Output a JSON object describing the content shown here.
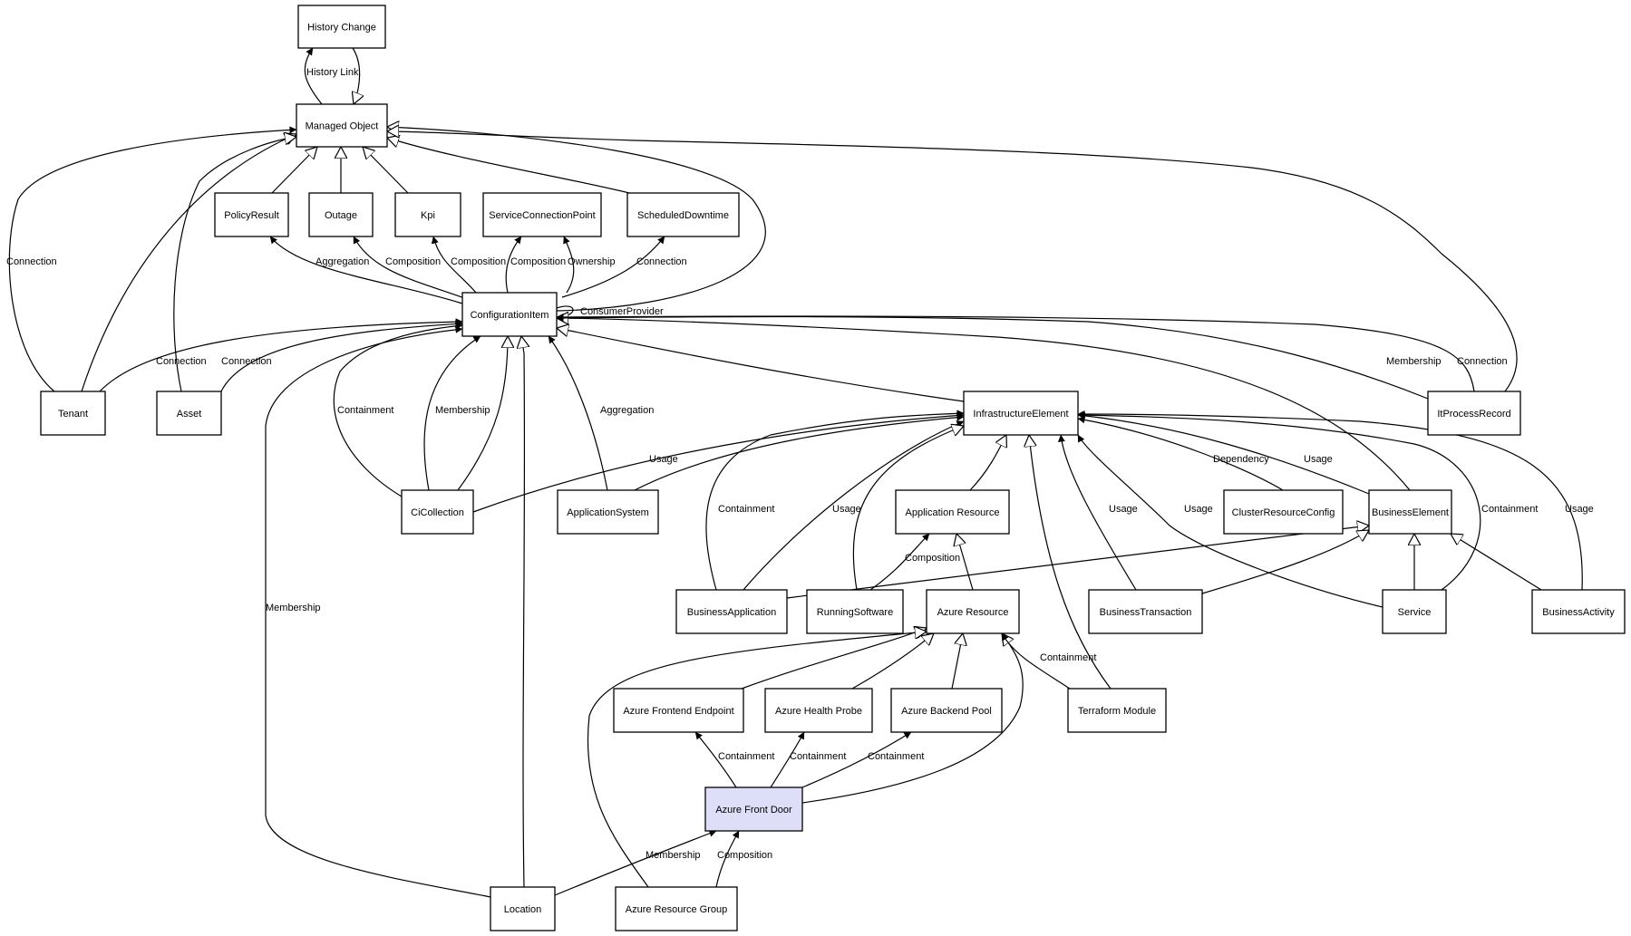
{
  "diagram": {
    "type": "uml-class-diagram",
    "highlight_color": "#dedef9",
    "nodes": [
      {
        "id": "history_change",
        "label": "History Change"
      },
      {
        "id": "managed_object",
        "label": "Managed Object"
      },
      {
        "id": "policy_result",
        "label": "PolicyResult"
      },
      {
        "id": "outage",
        "label": "Outage"
      },
      {
        "id": "kpi",
        "label": "Kpi"
      },
      {
        "id": "service_connection_point",
        "label": "ServiceConnectionPoint"
      },
      {
        "id": "scheduled_downtime",
        "label": "ScheduledDowntime"
      },
      {
        "id": "configuration_item",
        "label": "ConfigurationItem"
      },
      {
        "id": "tenant",
        "label": "Tenant"
      },
      {
        "id": "asset",
        "label": "Asset"
      },
      {
        "id": "infrastructure_element",
        "label": "InfrastructureElement"
      },
      {
        "id": "it_process_record",
        "label": "ItProcessRecord"
      },
      {
        "id": "ci_collection",
        "label": "CiCollection"
      },
      {
        "id": "application_system",
        "label": "ApplicationSystem"
      },
      {
        "id": "application_resource",
        "label": "Application Resource"
      },
      {
        "id": "cluster_resource_config",
        "label": "ClusterResourceConfig"
      },
      {
        "id": "business_element",
        "label": "BusinessElement"
      },
      {
        "id": "business_application",
        "label": "BusinessApplication"
      },
      {
        "id": "running_software",
        "label": "RunningSoftware"
      },
      {
        "id": "azure_resource",
        "label": "Azure Resource"
      },
      {
        "id": "business_transaction",
        "label": "BusinessTransaction"
      },
      {
        "id": "service",
        "label": "Service"
      },
      {
        "id": "business_activity",
        "label": "BusinessActivity"
      },
      {
        "id": "azure_frontend_endpoint",
        "label": "Azure Frontend Endpoint"
      },
      {
        "id": "azure_health_probe",
        "label": "Azure Health Probe"
      },
      {
        "id": "azure_backend_pool",
        "label": "Azure Backend Pool"
      },
      {
        "id": "terraform_module",
        "label": "Terraform Module"
      },
      {
        "id": "azure_front_door",
        "label": "Azure Front Door",
        "highlighted": true
      },
      {
        "id": "location",
        "label": "Location"
      },
      {
        "id": "azure_resource_group",
        "label": "Azure Resource Group"
      }
    ],
    "edges": [
      {
        "id": "e_history_link",
        "from": "managed_object",
        "to": "history_change",
        "kind": "association",
        "label": "History Link"
      },
      {
        "id": "e_hc_gen",
        "from": "history_change",
        "to": "managed_object",
        "kind": "generalization",
        "label": ""
      },
      {
        "id": "e_tenant_conn_mo",
        "from": "tenant",
        "to": "managed_object",
        "kind": "association",
        "label": "Connection"
      },
      {
        "id": "e_tenant_gen",
        "from": "tenant",
        "to": "managed_object",
        "kind": "generalization",
        "label": ""
      },
      {
        "id": "e_asset_gen",
        "from": "asset",
        "to": "managed_object",
        "kind": "generalization",
        "label": ""
      },
      {
        "id": "e_policy_gen",
        "from": "policy_result",
        "to": "managed_object",
        "kind": "generalization",
        "label": ""
      },
      {
        "id": "e_outage_gen",
        "from": "outage",
        "to": "managed_object",
        "kind": "generalization",
        "label": ""
      },
      {
        "id": "e_kpi_gen",
        "from": "kpi",
        "to": "managed_object",
        "kind": "generalization",
        "label": ""
      },
      {
        "id": "e_sched_gen",
        "from": "scheduled_downtime",
        "to": "managed_object",
        "kind": "generalization",
        "label": ""
      },
      {
        "id": "e_ci_gen_mo",
        "from": "configuration_item",
        "to": "managed_object",
        "kind": "generalization",
        "label": ""
      },
      {
        "id": "e_itpr_gen_mo",
        "from": "it_process_record",
        "to": "managed_object",
        "kind": "generalization",
        "label": ""
      },
      {
        "id": "e_ci_aggr_policy",
        "from": "configuration_item",
        "to": "policy_result",
        "kind": "association",
        "label": "Aggregation"
      },
      {
        "id": "e_ci_comp_outage",
        "from": "configuration_item",
        "to": "outage",
        "kind": "association",
        "label": "Composition"
      },
      {
        "id": "e_ci_comp_kpi",
        "from": "configuration_item",
        "to": "kpi",
        "kind": "association",
        "label": "Composition"
      },
      {
        "id": "e_ci_comp_scp",
        "from": "configuration_item",
        "to": "service_connection_point",
        "kind": "association",
        "label": "Composition"
      },
      {
        "id": "e_ci_own_scp",
        "from": "configuration_item",
        "to": "service_connection_point",
        "kind": "association",
        "label": "Ownership"
      },
      {
        "id": "e_ci_conn_sched",
        "from": "configuration_item",
        "to": "scheduled_downtime",
        "kind": "association",
        "label": "Connection"
      },
      {
        "id": "e_ci_consumer",
        "from": "configuration_item",
        "to": "configuration_item",
        "kind": "association",
        "label": "ConsumerProvider"
      },
      {
        "id": "e_tenant_conn_ci",
        "from": "tenant",
        "to": "configuration_item",
        "kind": "association",
        "label": "Connection"
      },
      {
        "id": "e_asset_conn_ci",
        "from": "asset",
        "to": "configuration_item",
        "kind": "association",
        "label": "Connection"
      },
      {
        "id": "e_cic_contain_ci",
        "from": "ci_collection",
        "to": "configuration_item",
        "kind": "association",
        "label": "Containment"
      },
      {
        "id": "e_cic_member_ci",
        "from": "ci_collection",
        "to": "configuration_item",
        "kind": "association",
        "label": "Membership"
      },
      {
        "id": "e_cic_gen_ci",
        "from": "ci_collection",
        "to": "configuration_item",
        "kind": "generalization",
        "label": ""
      },
      {
        "id": "e_location_gen_ci",
        "from": "location",
        "to": "configuration_item",
        "kind": "generalization",
        "label": ""
      },
      {
        "id": "e_location_member_ci",
        "from": "location",
        "to": "configuration_item",
        "kind": "association",
        "label": "Membership"
      },
      {
        "id": "e_appsys_aggr_ci",
        "from": "application_system",
        "to": "configuration_item",
        "kind": "association",
        "label": "Aggregation"
      },
      {
        "id": "e_ie_gen_ci",
        "from": "infrastructure_element",
        "to": "configuration_item",
        "kind": "generalization",
        "label": ""
      },
      {
        "id": "e_be_gen_ci",
        "from": "business_element",
        "to": "configuration_item",
        "kind": "generalization",
        "label": ""
      },
      {
        "id": "e_itpr_member_ci",
        "from": "it_process_record",
        "to": "configuration_item",
        "kind": "association",
        "label": "Membership"
      },
      {
        "id": "e_itpr_conn_ci",
        "from": "it_process_record",
        "to": "configuration_item",
        "kind": "association",
        "label": "Connection"
      },
      {
        "id": "e_cic_usage_ie",
        "from": "ci_collection",
        "to": "infrastructure_element",
        "kind": "association",
        "label": "Usage"
      },
      {
        "id": "e_appsys_usage_ie",
        "from": "application_system",
        "to": "infrastructure_element",
        "kind": "association",
        "label": ""
      },
      {
        "id": "e_ba_contain_ie",
        "from": "business_application",
        "to": "infrastructure_element",
        "kind": "association",
        "label": "Containment"
      },
      {
        "id": "e_ba_usage_ie",
        "from": "business_application",
        "to": "infrastructure_element",
        "kind": "association",
        "label": "Usage"
      },
      {
        "id": "e_rs_gen_ie",
        "from": "running_software",
        "to": "infrastructure_element",
        "kind": "generalization",
        "label": ""
      },
      {
        "id": "e_appres_gen_ie",
        "from": "application_resource",
        "to": "infrastructure_element",
        "kind": "generalization",
        "label": ""
      },
      {
        "id": "e_tf_gen_ie",
        "from": "terraform_module",
        "to": "infrastructure_element",
        "kind": "generalization",
        "label": ""
      },
      {
        "id": "e_bt_usage_ie",
        "from": "business_transaction",
        "to": "infrastructure_element",
        "kind": "association",
        "label": "Usage"
      },
      {
        "id": "e_svc_usage_ie",
        "from": "service",
        "to": "infrastructure_element",
        "kind": "association",
        "label": "Usage"
      },
      {
        "id": "e_crc_dep_ie",
        "from": "cluster_resource_config",
        "to": "infrastructure_element",
        "kind": "association",
        "label": "Dependency"
      },
      {
        "id": "e_be_usage_ie",
        "from": "business_element",
        "to": "infrastructure_element",
        "kind": "association",
        "label": "Usage"
      },
      {
        "id": "e_svc_contain_ie",
        "from": "service",
        "to": "infrastructure_element",
        "kind": "association",
        "label": "Containment"
      },
      {
        "id": "e_bact_usage_ie",
        "from": "business_activity",
        "to": "infrastructure_element",
        "kind": "association",
        "label": "Usage"
      },
      {
        "id": "e_ba_gen_be",
        "from": "business_application",
        "to": "business_element",
        "kind": "generalization",
        "label": ""
      },
      {
        "id": "e_bt_gen_be",
        "from": "business_transaction",
        "to": "business_element",
        "kind": "generalization",
        "label": ""
      },
      {
        "id": "e_svc_gen_be",
        "from": "service",
        "to": "business_element",
        "kind": "generalization",
        "label": ""
      },
      {
        "id": "e_bact_gen_be",
        "from": "business_activity",
        "to": "business_element",
        "kind": "generalization",
        "label": ""
      },
      {
        "id": "e_rs_comp_ar",
        "from": "running_software",
        "to": "application_resource",
        "kind": "association",
        "label": "Composition"
      },
      {
        "id": "e_azr_gen_ar",
        "from": "azure_resource",
        "to": "application_resource",
        "kind": "generalization",
        "label": ""
      },
      {
        "id": "e_afe_gen_azr",
        "from": "azure_frontend_endpoint",
        "to": "azure_resource",
        "kind": "generalization",
        "label": ""
      },
      {
        "id": "e_ahp_gen_azr",
        "from": "azure_health_probe",
        "to": "azure_resource",
        "kind": "generalization",
        "label": ""
      },
      {
        "id": "e_abp_gen_azr",
        "from": "azure_backend_pool",
        "to": "azure_resource",
        "kind": "generalization",
        "label": ""
      },
      {
        "id": "e_afd_gen_azr",
        "from": "azure_front_door",
        "to": "azure_resource",
        "kind": "generalization",
        "label": ""
      },
      {
        "id": "e_arg_gen_azr",
        "from": "azure_resource_group",
        "to": "azure_resource",
        "kind": "generalization",
        "label": ""
      },
      {
        "id": "e_tf_contain_azr",
        "from": "terraform_module",
        "to": "azure_resource",
        "kind": "association",
        "label": "Containment"
      },
      {
        "id": "e_afd_contain_afe",
        "from": "azure_front_door",
        "to": "azure_frontend_endpoint",
        "kind": "association",
        "label": "Containment"
      },
      {
        "id": "e_afd_contain_ahp",
        "from": "azure_front_door",
        "to": "azure_health_probe",
        "kind": "association",
        "label": "Containment"
      },
      {
        "id": "e_afd_contain_abp",
        "from": "azure_front_door",
        "to": "azure_backend_pool",
        "kind": "association",
        "label": "Containment"
      },
      {
        "id": "e_loc_member_afd",
        "from": "location",
        "to": "azure_front_door",
        "kind": "association",
        "label": "Membership"
      },
      {
        "id": "e_arg_comp_afd",
        "from": "azure_resource_group",
        "to": "azure_front_door",
        "kind": "association",
        "label": "Composition"
      }
    ]
  }
}
